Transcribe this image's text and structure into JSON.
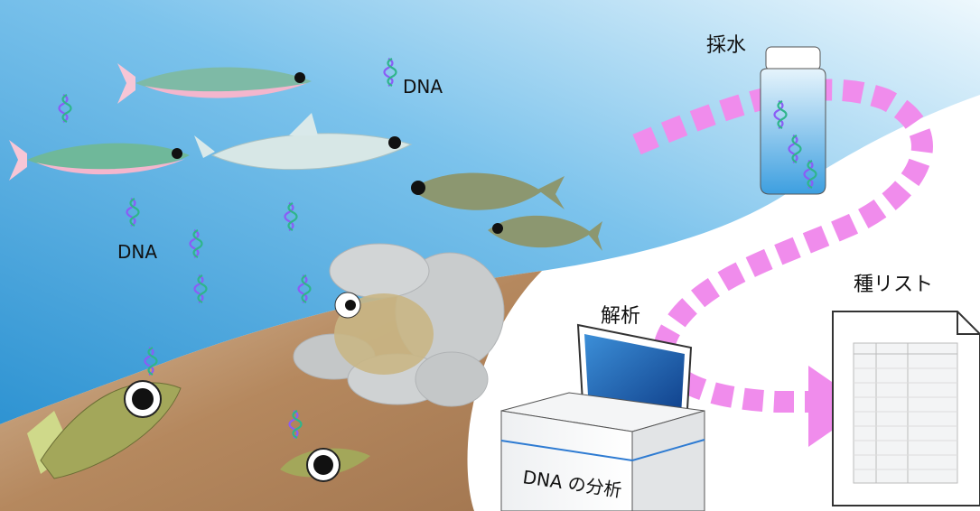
{
  "labels": {
    "dna_top": "DNA",
    "dna_left": "DNA",
    "water_sampling": "採水",
    "analysis": "解析",
    "dna_analysis": "DNA の分析",
    "species_list": "種リスト"
  },
  "colors": {
    "water_top": "#d8eefa",
    "water_deep": "#2e93d2",
    "riverbed": "#b5885e",
    "arrow_pink": "#f08cec",
    "fish_body": "#6fb89a",
    "rock_gray": "#c9cccd"
  },
  "icons": [
    "dna-strand-icon",
    "sample-bottle-icon",
    "laptop-icon",
    "analyzer-machine-icon",
    "document-icon"
  ]
}
